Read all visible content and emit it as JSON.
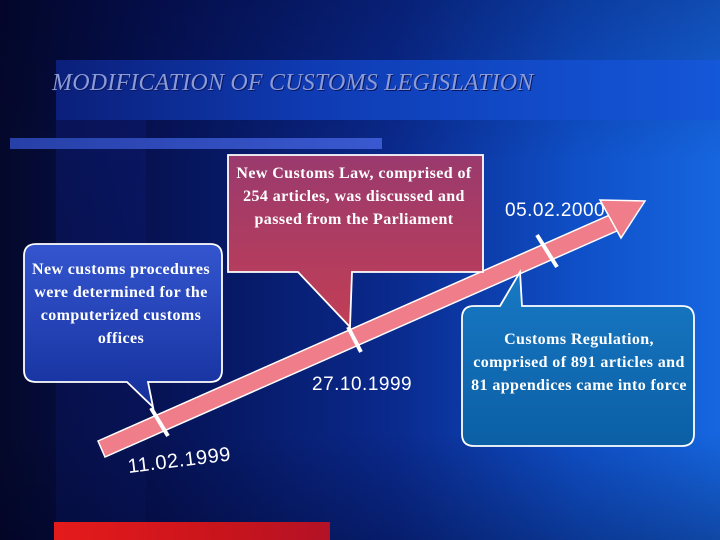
{
  "slide": {
    "title": "MODIFICATION OF CUSTOMS  LEGISLATION"
  },
  "timeline": {
    "milestones": [
      {
        "date": "11.02.1999",
        "text": "New customs procedures were determined for the computerized customs offices"
      },
      {
        "date": "27.10.1999",
        "text": "New Customs Law, comprised of 254 articles, was discussed and passed from the Parliament"
      },
      {
        "date": "05.02.2000",
        "text": "Customs Regulation, comprised of  891 articles and 81 appendices came into force"
      }
    ]
  },
  "colors": {
    "arrow": "#f07d8a",
    "callout_left": "#1d40b8",
    "callout_mid": "#b23a5e",
    "callout_right": "#0a6fb3",
    "bottom_bar": "#e01a1f"
  }
}
